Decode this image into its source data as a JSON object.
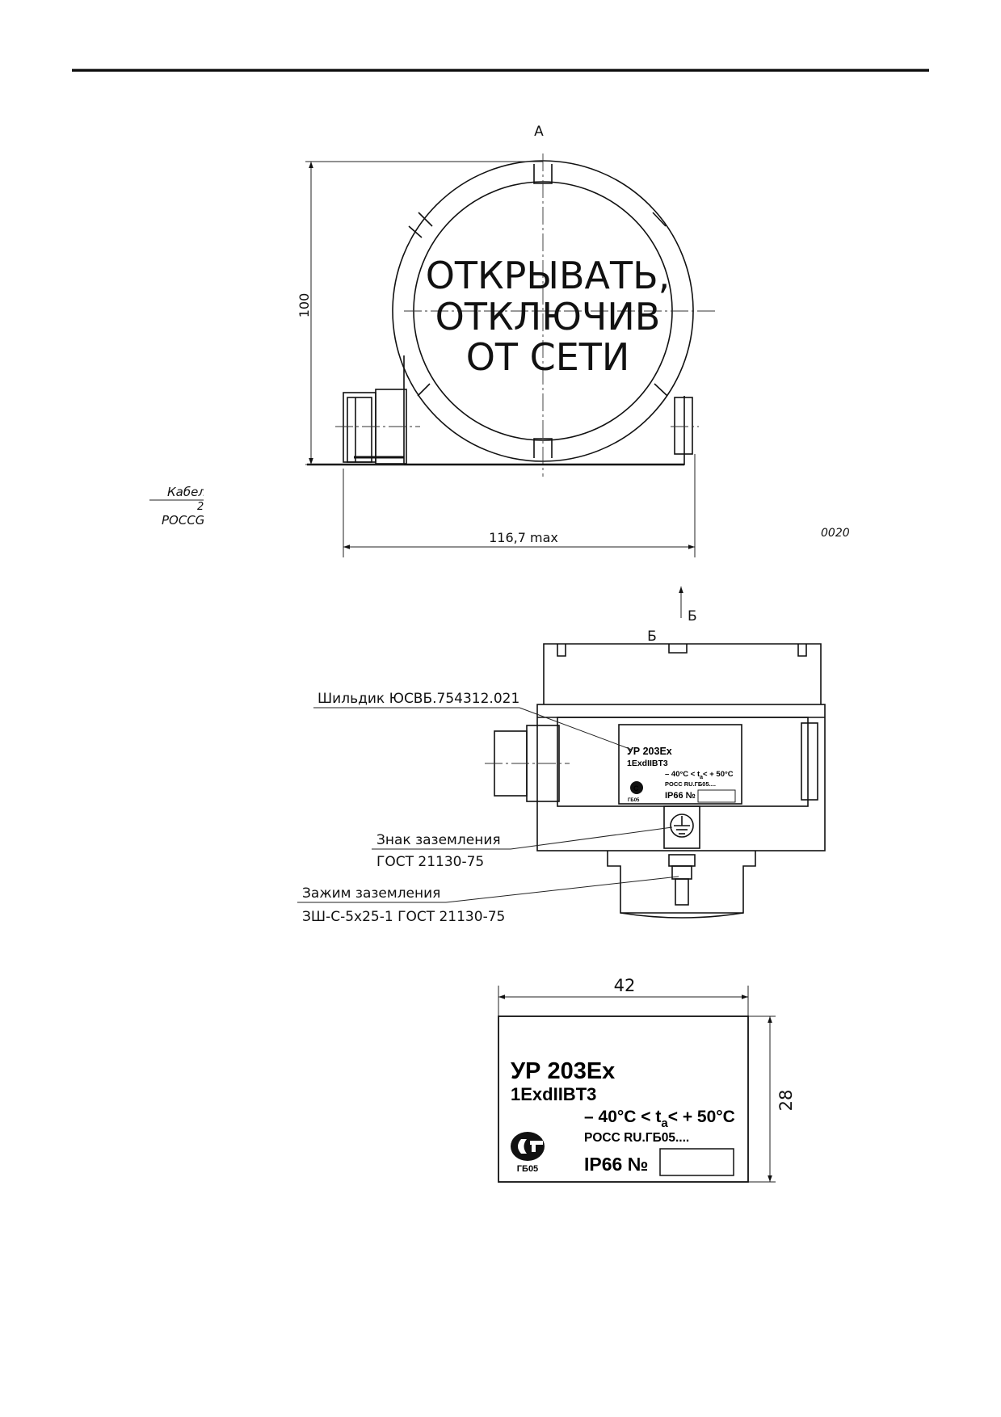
{
  "top_view": {
    "view_letter": "А",
    "lid_text": [
      "ОТКРЫВАТЬ,",
      "ОТКЛЮЧИВ",
      "ОТ СЕТИ"
    ],
    "dim_height": "100",
    "dim_width": "116,7 max",
    "clipped_note_1": "Кабел",
    "clipped_note_2": "2",
    "clipped_note_3": "РОССGI",
    "stamp": "0020"
  },
  "side_view": {
    "arrow_letter": "Б",
    "view_letter": "Б",
    "callout_nameplate": "Шильдик ЮСВБ.754312.021",
    "callout_ground_sign_1": "Знак заземления",
    "callout_ground_sign_2": "ГОСТ 21130-75",
    "callout_clamp_1": "Зажим заземления",
    "callout_clamp_2": "ЗШ-С-5х25-1 ГОСТ 21130-75"
  },
  "nameplate": {
    "model": "УР 203Ex",
    "marking": "1ExdIIBT3",
    "temp_prefix": "– 40°C < t",
    "temp_sub": "a",
    "temp_suffix": "< + 50°C",
    "cert": "POCC RU.ГБ05....",
    "ip": "IP66 №",
    "logo_code": "ГБ05",
    "logo_icon": "rst-certification-mark",
    "dim_width": "42",
    "dim_height": "28"
  }
}
